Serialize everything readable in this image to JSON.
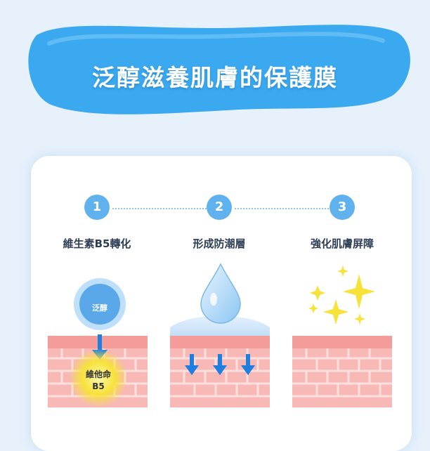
{
  "banner": {
    "title": "泛醇滋養肌膚的保護膜"
  },
  "steps": [
    {
      "number": "1",
      "label": "維生素B5轉化"
    },
    {
      "number": "2",
      "label": "形成防潮層"
    },
    {
      "number": "3",
      "label": "強化肌膚屏障"
    }
  ],
  "illustrations": {
    "step1": {
      "circle_text": "泛醇",
      "glow_line1": "維他命",
      "glow_line2": "B5"
    }
  },
  "colors": {
    "background": "#e6f1fc",
    "banner_blue": "#3aa9f0",
    "step_circle": "#5fb2ee",
    "skin_pink": "#f7b8b6",
    "arrow_blue": "#1f7fe0",
    "sparkle_yellow": "#f7e23a"
  }
}
